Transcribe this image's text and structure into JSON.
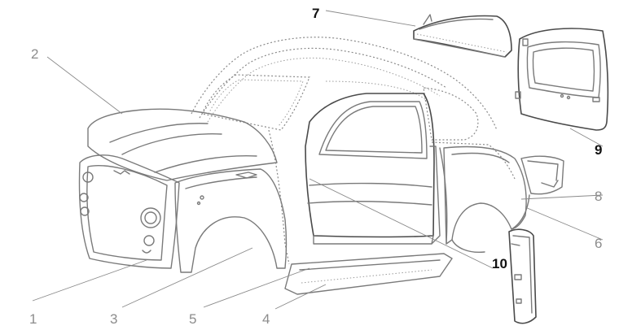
{
  "labels": [
    {
      "id": "1",
      "text": "1",
      "style": "gray"
    },
    {
      "id": "2",
      "text": "2",
      "style": "gray"
    },
    {
      "id": "3",
      "text": "3",
      "style": "gray"
    },
    {
      "id": "4",
      "text": "4",
      "style": "gray"
    },
    {
      "id": "5",
      "text": "5",
      "style": "gray"
    },
    {
      "id": "6",
      "text": "6",
      "style": "gray"
    },
    {
      "id": "7",
      "text": "7",
      "style": "bold"
    },
    {
      "id": "8",
      "text": "8",
      "style": "gray"
    },
    {
      "id": "9",
      "text": "9",
      "style": "bold"
    },
    {
      "id": "10",
      "text": "10",
      "style": "bold"
    }
  ],
  "colors": {
    "line": "#7a7a7a",
    "dark_line": "#4a4a4a",
    "bold_label": "#111111",
    "gray_label": "#8c8c8c",
    "background": "#ffffff"
  }
}
